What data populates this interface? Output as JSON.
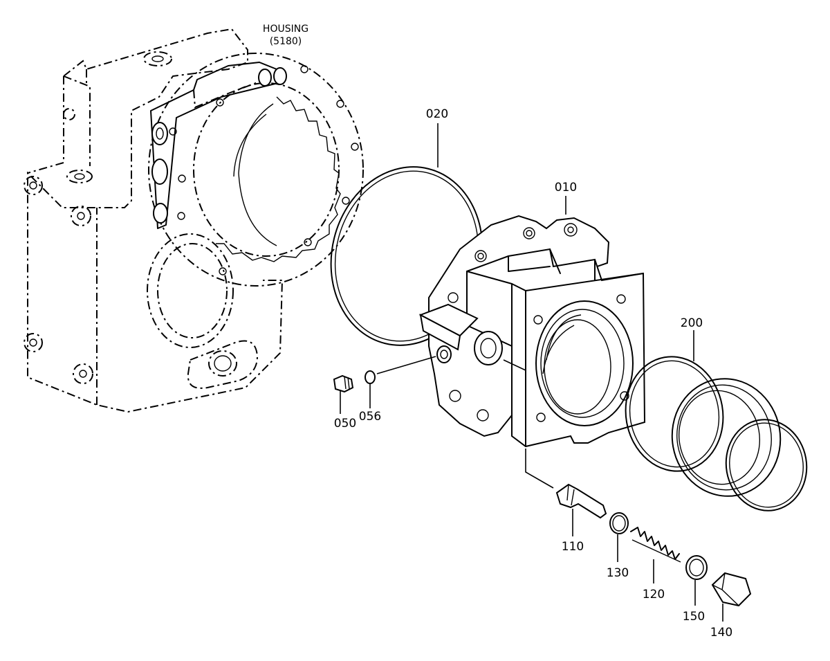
{
  "housing": {
    "name": "HOUSING",
    "code": "(5180)"
  },
  "parts": [
    {
      "id": "020"
    },
    {
      "id": "010"
    },
    {
      "id": "200"
    },
    {
      "id": "050"
    },
    {
      "id": "056"
    },
    {
      "id": "110"
    },
    {
      "id": "130"
    },
    {
      "id": "120"
    },
    {
      "id": "150"
    },
    {
      "id": "140"
    }
  ]
}
